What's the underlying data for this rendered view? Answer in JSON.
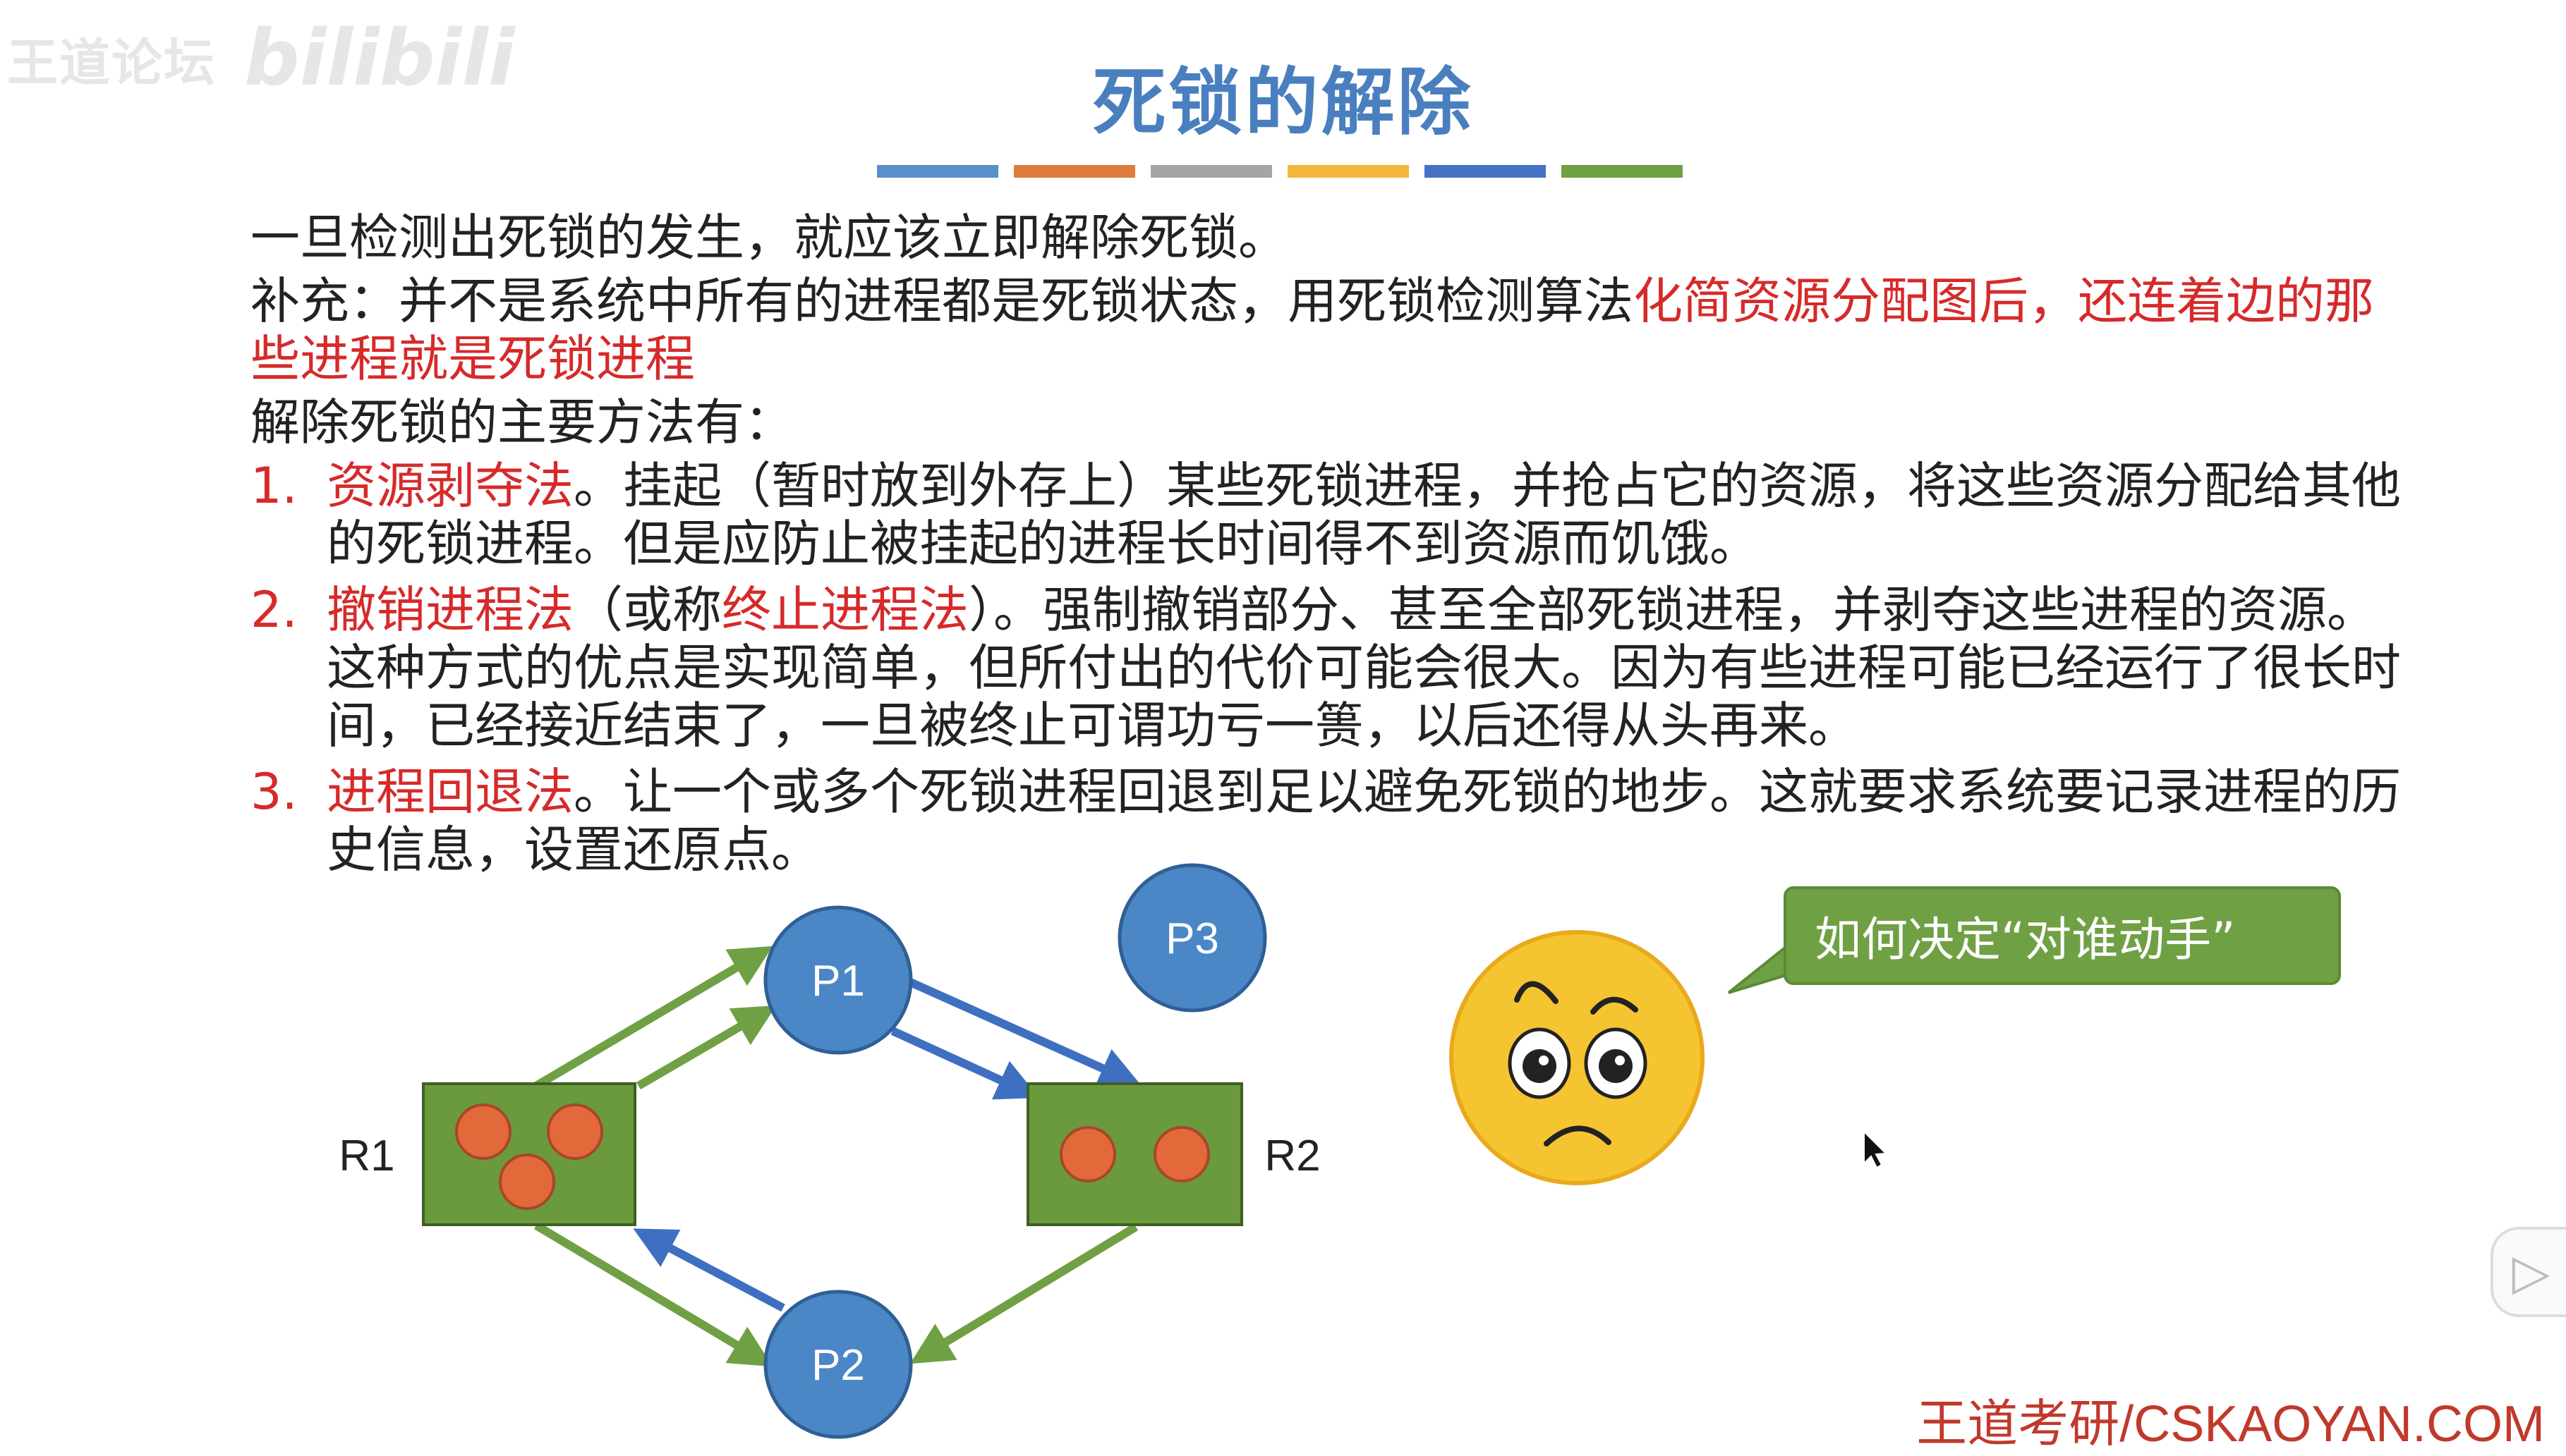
{
  "watermark": {
    "text": "王道论坛",
    "logo": "bilibili"
  },
  "title": "死锁的解除",
  "title_bar_colors": [
    "#5b8fc9",
    "#e07b3e",
    "#a5a5a5",
    "#f2b63c",
    "#4472c4",
    "#70a044"
  ],
  "intro": "一旦检测出死锁的发生，就应该立即解除死锁。",
  "supplement": {
    "prefix": "补充：并不是系统中所有的进程都是死锁状态，用死锁检测算法",
    "highlight": "化简资源分配图后，还连着边的那些进程就是死锁进程"
  },
  "methods_heading": "解除死锁的主要方法有：",
  "methods": [
    {
      "num": "1.",
      "name": "资源剥夺法",
      "rest": "。挂起（暂时放到外存上）某些死锁进程，并抢占它的资源，将这些资源分配给其他的死锁进程。但是应防止被挂起的进程长时间得不到资源而饥饿。"
    },
    {
      "num": "2.",
      "name": "撤销进程法",
      "mid_open": "（或称",
      "alias": "终止进程法",
      "rest": "）。强制撤销部分、甚至全部死锁进程，并剥夺这些进程的资源。这种方式的优点是实现简单，但所付出的代价可能会很大。因为有些进程可能已经运行了很长时间，已经接近结束了，一旦被终止可谓功亏一篑，以后还得从头再来。"
    },
    {
      "num": "3.",
      "name": "进程回退法",
      "rest": "。让一个或多个死锁进程回退到足以避免死锁的地步。这就要求系统要记录进程的历史信息，设置还原点。"
    }
  ],
  "diagram": {
    "resources": [
      {
        "label": "R1"
      },
      {
        "label": "R2"
      }
    ],
    "processes": [
      {
        "label": "P1"
      },
      {
        "label": "P2"
      },
      {
        "label": "P3"
      }
    ],
    "colors": {
      "resource_fill": "#6a9a3c",
      "token": "#e2693a",
      "process": "#4b86c6",
      "request_edge": "#3f6fc0",
      "assign_edge": "#70a044"
    }
  },
  "speech_bubble": "如何决定“对谁动手”",
  "footer": "王道考研/CSKAOYAN.COM"
}
